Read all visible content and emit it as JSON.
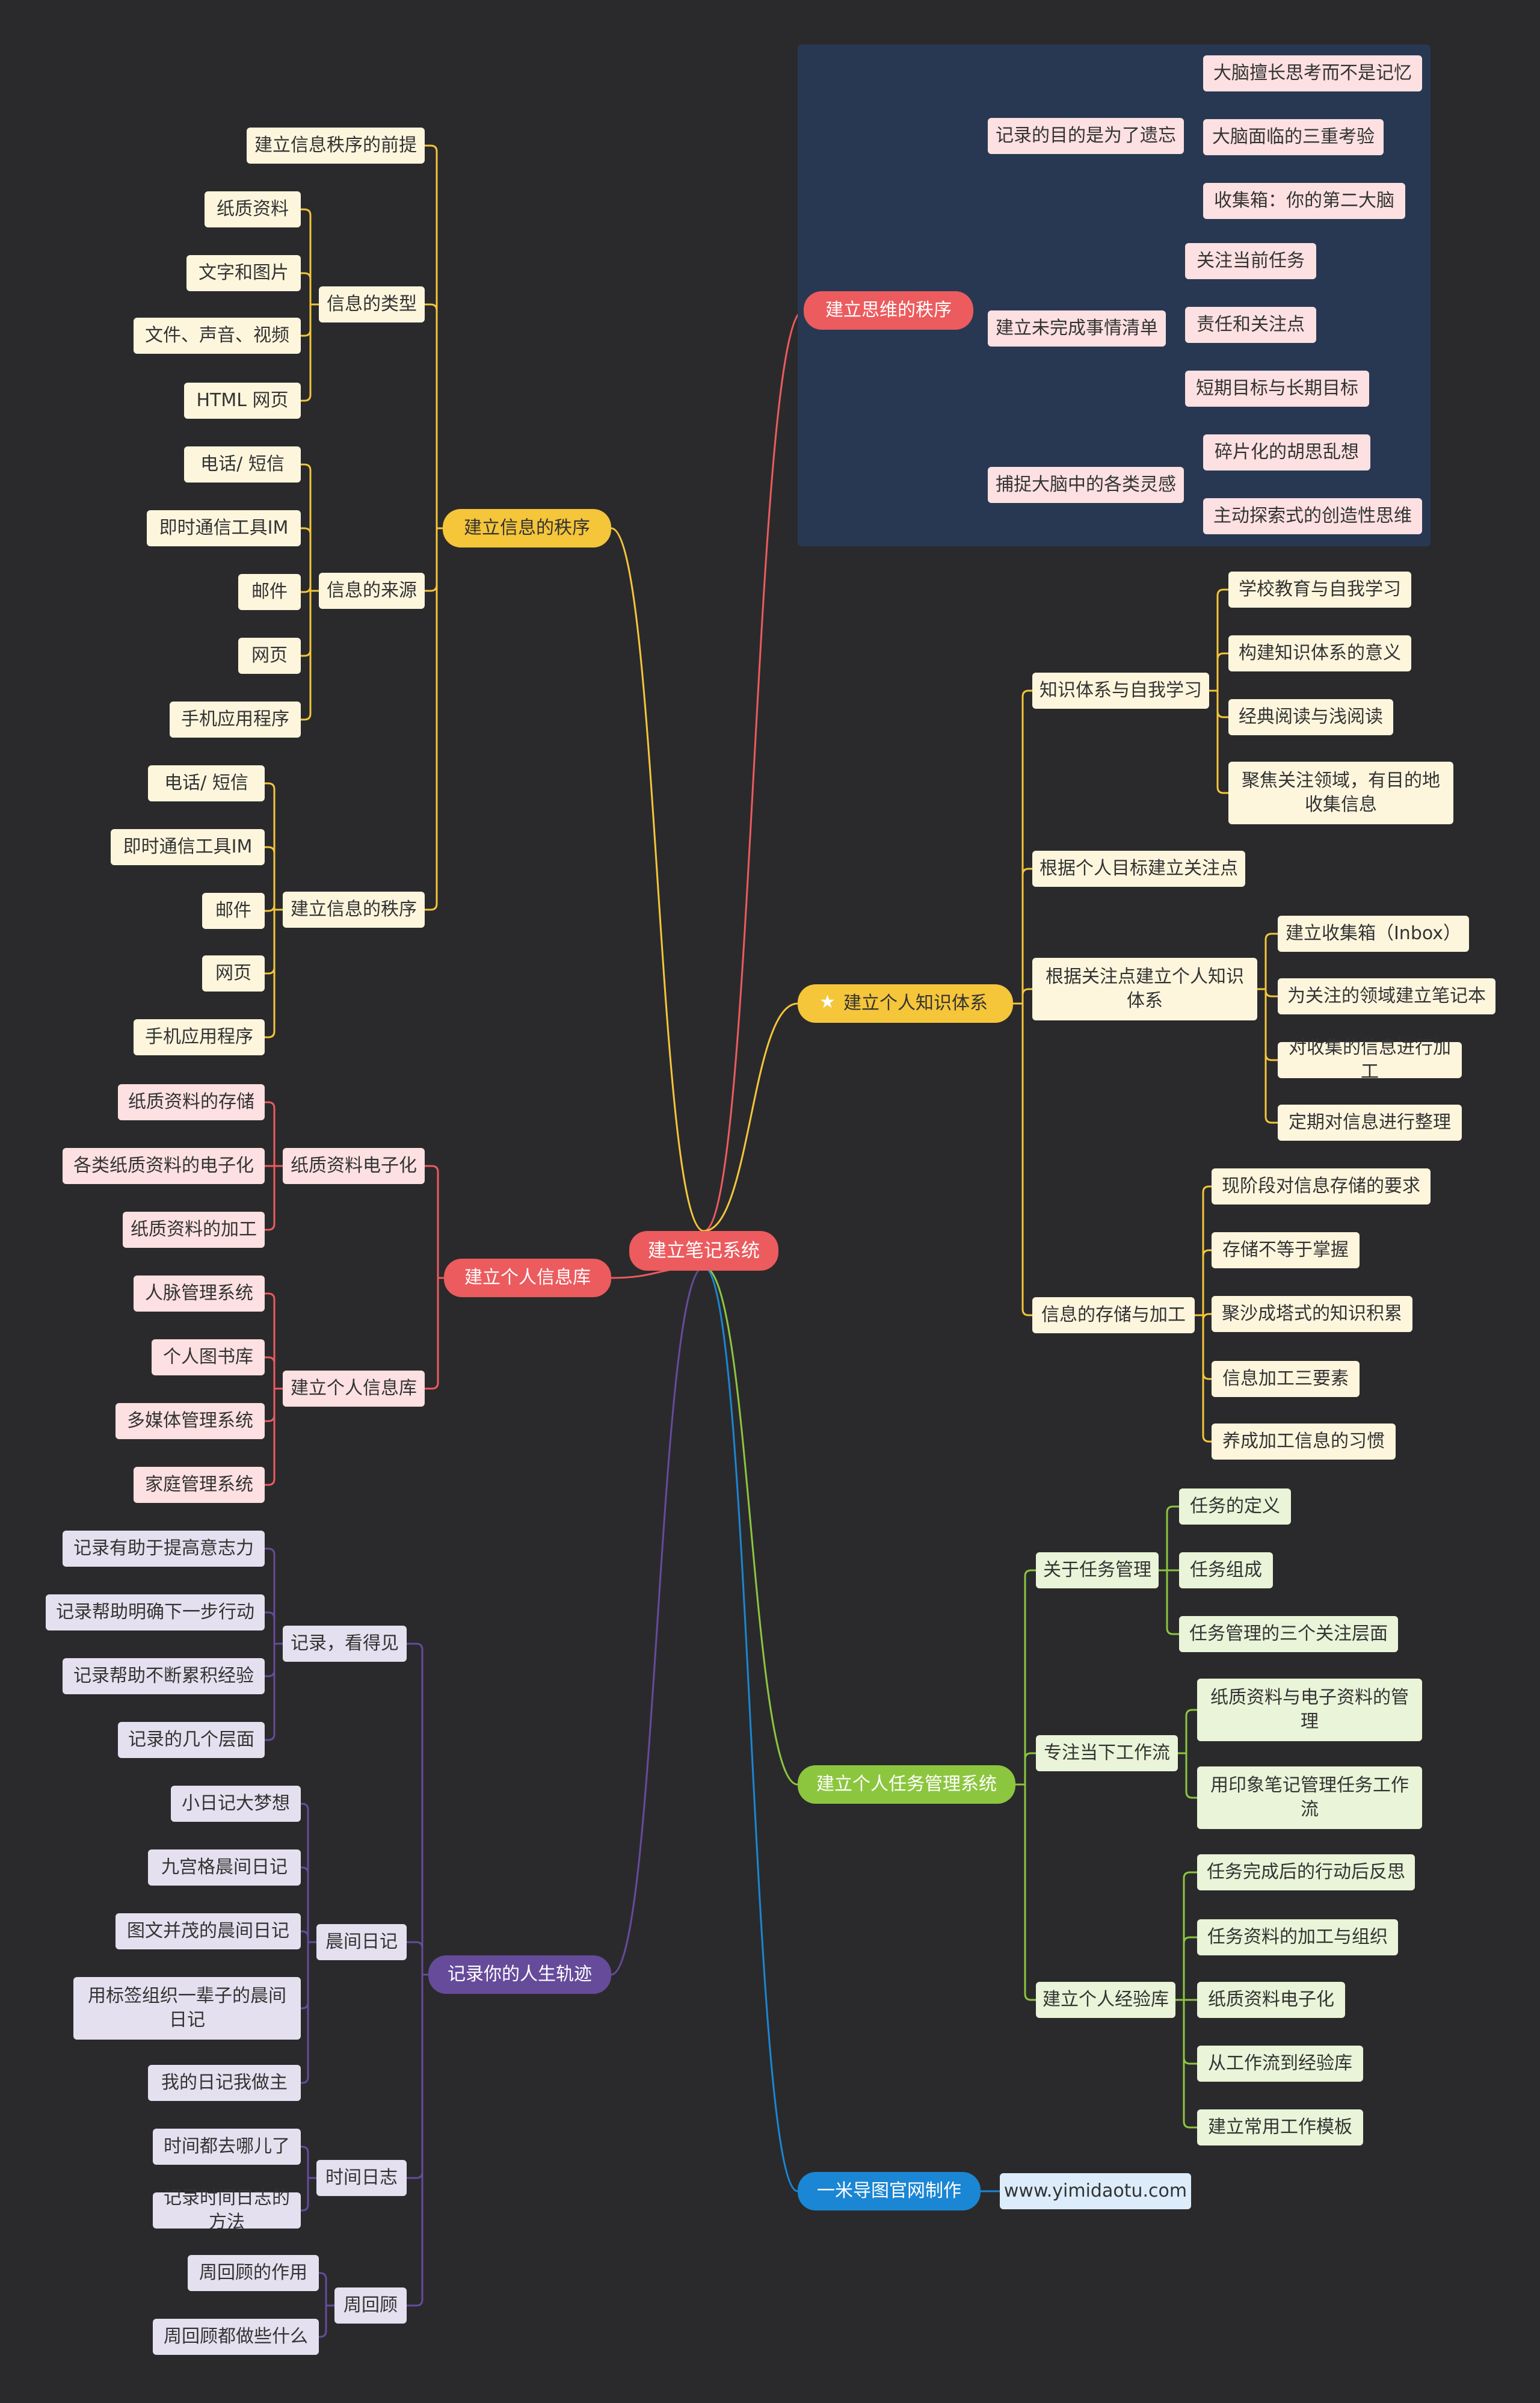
{
  "root": "建立笔记系统",
  "branches": {
    "thinking": {
      "label": "建立思维的秩序",
      "groups": [
        {
          "label": "记录的目的是为了遗忘",
          "items": [
            "大脑擅长思考而不是记忆",
            "大脑面临的三重考验",
            "收集箱：你的第二大脑"
          ]
        },
        {
          "label": "建立未完成事情清单",
          "items": [
            "关注当前任务",
            "责任和关注点",
            "短期目标与长期目标"
          ]
        },
        {
          "label": "捕捉大脑中的各类灵感",
          "items": [
            "碎片化的胡思乱想",
            "主动探索式的创造性思维"
          ]
        }
      ]
    },
    "knowledge": {
      "label": "建立个人知识体系",
      "icon": "star-icon",
      "groups": [
        {
          "label": "知识体系与自我学习",
          "items": [
            "学校教育与自我学习",
            "构建知识体系的意义",
            "经典阅读与浅阅读",
            "聚焦关注领域，有目的地收集信息"
          ]
        },
        {
          "label": "根据个人目标建立关注点",
          "items": []
        },
        {
          "label": "根据关注点建立个人知识体系",
          "items": [
            "建立收集箱（Inbox）",
            "为关注的领域建立笔记本",
            "对收集的信息进行加工",
            "定期对信息进行整理"
          ]
        },
        {
          "label": "信息的存储与加工",
          "items": [
            "现阶段对信息存储的要求",
            "存储不等于掌握",
            "聚沙成塔式的知识积累",
            "信息加工三要素",
            "养成加工信息的习惯"
          ]
        }
      ]
    },
    "task": {
      "label": "建立个人任务管理系统",
      "groups": [
        {
          "label": "关于任务管理",
          "items": [
            "任务的定义",
            "任务组成",
            "任务管理的三个关注层面"
          ]
        },
        {
          "label": "专注当下工作流",
          "items": [
            "纸质资料与电子资料的管理",
            "用印象笔记管理任务工作流"
          ]
        },
        {
          "label": "建立个人经验库",
          "items": [
            "任务完成后的行动后反思",
            "任务资料的加工与组织",
            "纸质资料电子化",
            "从工作流到经验库",
            "建立常用工作模板"
          ]
        }
      ]
    },
    "site": {
      "label": "一米导图官网制作",
      "url": "www.yimidaotu.com"
    },
    "info": {
      "label": "建立信息的秩序",
      "groups": [
        {
          "label": "建立信息秩序的前提",
          "items": []
        },
        {
          "label": "信息的类型",
          "items": [
            "纸质资料",
            "文字和图片",
            "文件、声音、视频",
            "HTML 网页"
          ]
        },
        {
          "label": "信息的来源",
          "items": [
            "电话/ 短信",
            "即时通信工具IM",
            "邮件",
            "网页",
            "手机应用程序"
          ]
        },
        {
          "label": "建立信息的秩序",
          "items": [
            "电话/ 短信",
            "即时通信工具IM",
            "邮件",
            "网页",
            "手机应用程序"
          ]
        }
      ]
    },
    "library": {
      "label": "建立个人信息库",
      "groups": [
        {
          "label": "纸质资料电子化",
          "items": [
            "纸质资料的存储",
            "各类纸质资料的电子化",
            "纸质资料的加工"
          ]
        },
        {
          "label": "建立个人信息库",
          "items": [
            "人脉管理系统",
            "个人图书库",
            "多媒体管理系统",
            "家庭管理系统"
          ]
        }
      ]
    },
    "life": {
      "label": "记录你的人生轨迹",
      "groups": [
        {
          "label": "记录，看得见",
          "items": [
            "记录有助于提高意志力",
            "记录帮助明确下一步行动",
            "记录帮助不断累积经验",
            "记录的几个层面"
          ]
        },
        {
          "label": "晨间日记",
          "items": [
            "小日记大梦想",
            "九宫格晨间日记",
            "图文并茂的晨间日记",
            "用标签组织一辈子的晨间日记",
            "我的日记我做主"
          ]
        },
        {
          "label": "时间日志",
          "items": [
            "时间都去哪儿了",
            "记录时间日志的方法"
          ]
        },
        {
          "label": "周回顾",
          "items": [
            "周回顾的作用",
            "周回顾都做些什么"
          ]
        }
      ]
    }
  },
  "colors": {
    "background": "#2a2a2c",
    "red": "#ec5b5e",
    "yellow": "#f5c53a",
    "green": "#8cc63f",
    "blue": "#1b86d4",
    "purple": "#664b9b",
    "highlight_box": "#283852"
  }
}
